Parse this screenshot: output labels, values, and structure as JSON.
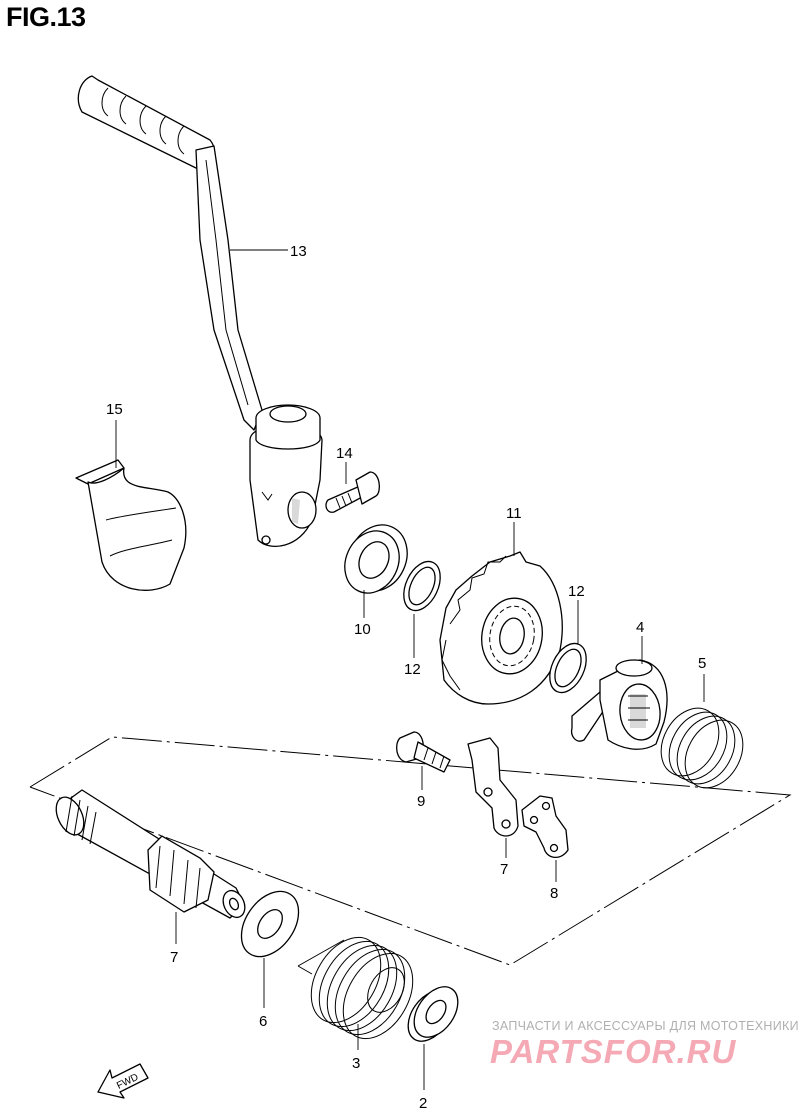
{
  "figure": {
    "title": "FIG.13",
    "fwd_label": "FWD"
  },
  "callouts": {
    "c2": "2",
    "c3": "3",
    "c4": "4",
    "c5": "5",
    "c6": "6",
    "c7a": "7",
    "c7b": "7",
    "c8": "8",
    "c9": "9",
    "c10": "10",
    "c11": "11",
    "c12a": "12",
    "c12b": "12",
    "c13": "13",
    "c14": "14",
    "c15": "15"
  },
  "watermark": {
    "tagline": "ЗАПЧАСТИ И АКСЕССУАРЫ ДЛЯ МОТОТЕХНИКИ",
    "brand": "PARTSFOR.RU"
  }
}
